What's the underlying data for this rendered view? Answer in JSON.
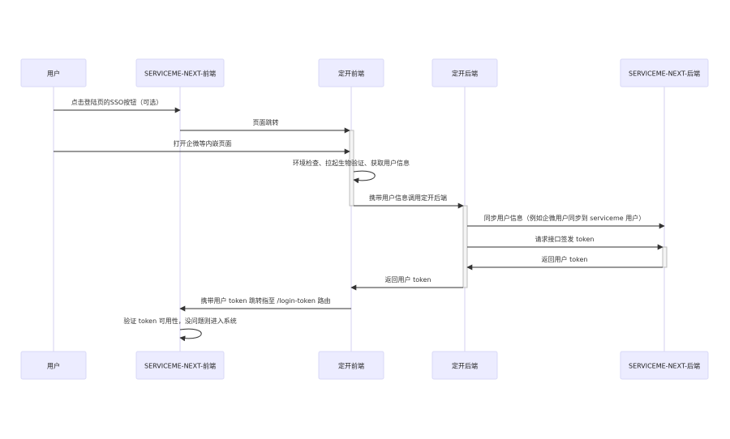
{
  "diagram": {
    "type": "sequence",
    "actors": [
      {
        "id": "user",
        "label": "用户"
      },
      {
        "id": "sn_fe",
        "label": "SERVICEME-NEXT-前端"
      },
      {
        "id": "dk_fe",
        "label": "定开前端"
      },
      {
        "id": "dk_be",
        "label": "定开后端"
      },
      {
        "id": "sn_be",
        "label": "SERVICEME-NEXT-后端"
      }
    ],
    "messages": [
      {
        "from": "user",
        "to": "sn_fe",
        "label": "点击登陆页的SSO按钮（可选）"
      },
      {
        "from": "sn_fe",
        "to": "dk_fe",
        "label": "页面跳转"
      },
      {
        "from": "user",
        "to": "dk_fe",
        "label": "打开企微等内嵌页面"
      },
      {
        "from": "dk_fe",
        "to": "dk_fe",
        "label": "环境检查、拉起生物验证、获取用户信息"
      },
      {
        "from": "dk_fe",
        "to": "dk_be",
        "label": "携带用户信息调用定开后端"
      },
      {
        "from": "dk_be",
        "to": "sn_be",
        "label": "同步用户信息（例如企微用户同步到 serviceme 用户）"
      },
      {
        "from": "dk_be",
        "to": "sn_be",
        "label": "请求接口签发 token"
      },
      {
        "from": "sn_be",
        "to": "dk_be",
        "label": "返回用户 token"
      },
      {
        "from": "dk_be",
        "to": "dk_fe",
        "label": "返回用户 token"
      },
      {
        "from": "dk_fe",
        "to": "sn_fe",
        "label": "携带用户 token 跳转指至 /login-token 路由"
      },
      {
        "from": "sn_fe",
        "to": "sn_fe",
        "label": "验证 token 可用性，没问题则进入系统"
      }
    ],
    "colors": {
      "actor_fill": "#ECECFF",
      "actor_border": "#D9D9F7",
      "lifeline": "#D6D0F0",
      "message": "#333333",
      "activation_fill": "#F4F4F4"
    }
  }
}
